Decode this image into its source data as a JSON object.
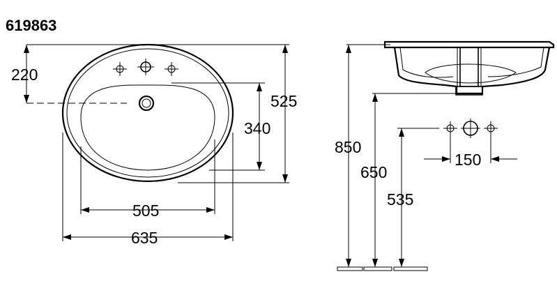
{
  "product_code": "619863",
  "dimensions": {
    "d220": "220",
    "d525": "525",
    "d340": "340",
    "d505": "505",
    "d635": "635",
    "d850": "850",
    "d650": "650",
    "d535": "535",
    "d150": "150"
  }
}
